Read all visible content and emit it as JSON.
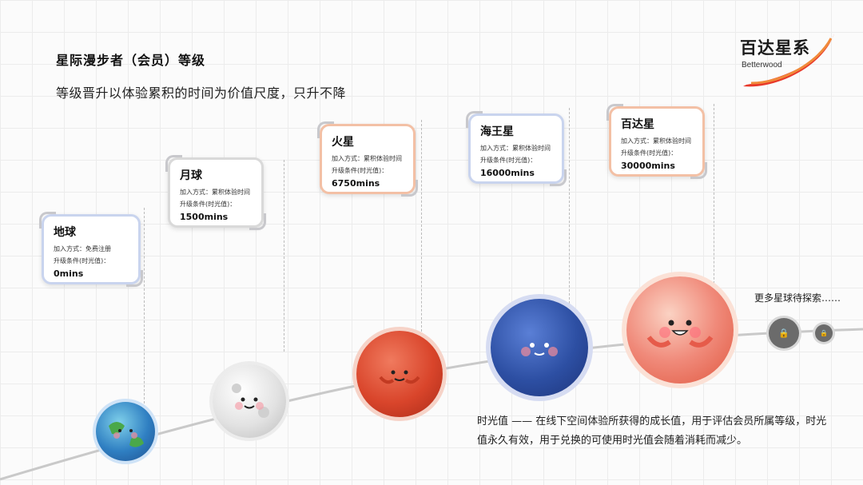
{
  "header": {
    "title": "星际漫步者（会员）等级",
    "subtitle": "等级晋升以体验累积的时间为价值尺度，只升不降"
  },
  "logo": {
    "name": "百达星系",
    "sub": "Betterwood"
  },
  "levels": [
    {
      "name": "地球",
      "join": "加入方式：免费注册",
      "cond": "升级条件(时光值)：",
      "value": "0mins",
      "color": "#3a7fc2"
    },
    {
      "name": "月球",
      "join": "加入方式：累积体验时间",
      "cond": "升级条件(时光值)：",
      "value": "1500mins",
      "color": "#e6e6e6"
    },
    {
      "name": "火星",
      "join": "加入方式：累积体验时间",
      "cond": "升级条件(时光值)：",
      "value": "6750mins",
      "color": "#d9452b"
    },
    {
      "name": "海王星",
      "join": "加入方式：累积体验时间",
      "cond": "升级条件(时光值)：",
      "value": "16000mins",
      "color": "#2d4fa3"
    },
    {
      "name": "百达星",
      "join": "加入方式：累积体验时间",
      "cond": "升级条件(时光值)：",
      "value": "30000mins",
      "color": "#f08a7a"
    }
  ],
  "more": "更多星球待探索……",
  "note": "时光值 —— 在线下空间体验所获得的成长值，用于评估会员所属等级，时光值永久有效，用于兑换的可使用时光值会随着消耗而减少。",
  "colors": {
    "accent_red": "#e8382a",
    "accent_orange": "#f08a3a"
  },
  "icons": [
    "lock-icon",
    "lock-icon"
  ]
}
